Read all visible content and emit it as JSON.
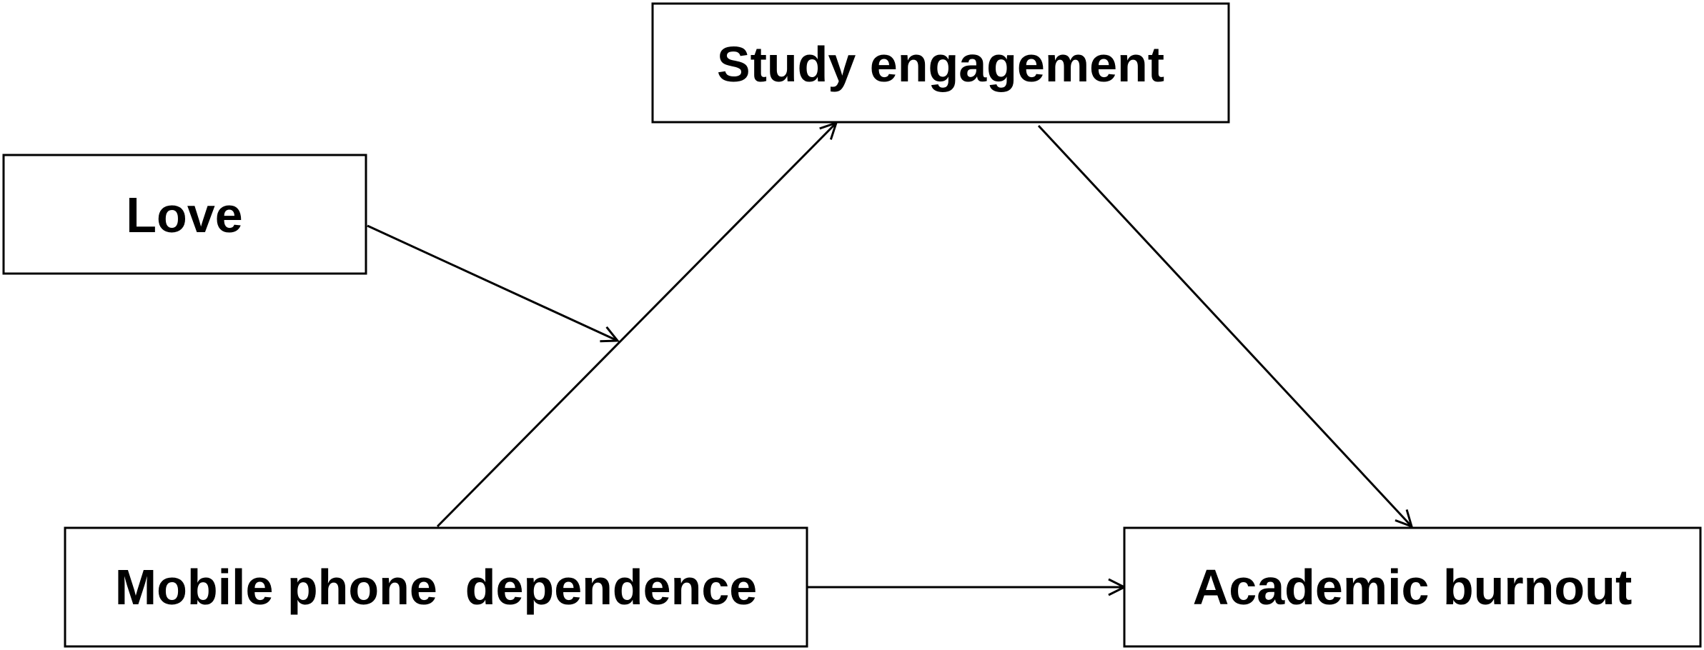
{
  "nodes": {
    "study_engagement": "Study engagement",
    "love": "Love",
    "mobile_phone_dependence": "Mobile phone  dependence",
    "academic_burnout": "Academic burnout"
  },
  "edges": [
    {
      "from": "mobile_phone_dependence",
      "to": "study_engagement"
    },
    {
      "from": "study_engagement",
      "to": "academic_burnout"
    },
    {
      "from": "mobile_phone_dependence",
      "to": "academic_burnout"
    },
    {
      "from": "love",
      "to": "mobile_phone_dependence -> study_engagement path"
    }
  ],
  "colors": {
    "stroke": "#000000",
    "background": "#ffffff"
  }
}
